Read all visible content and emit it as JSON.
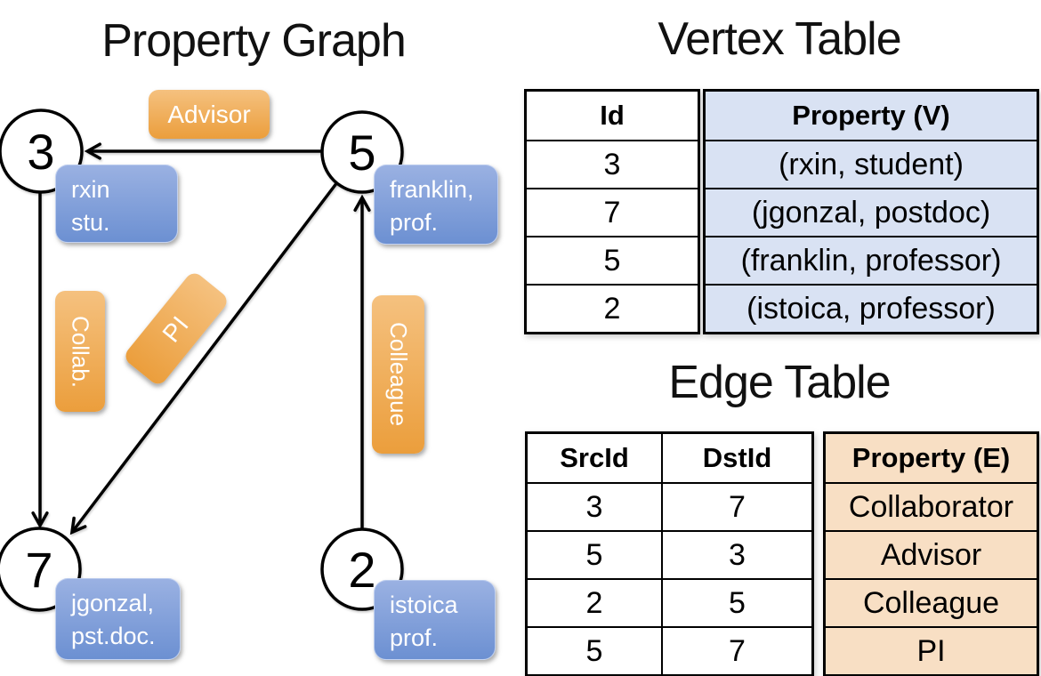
{
  "graph": {
    "title": "Property Graph",
    "vertices": [
      {
        "id": "3",
        "property": "rxin\nstu."
      },
      {
        "id": "5",
        "property": "franklin,\nprof."
      },
      {
        "id": "7",
        "property": "jgonzal,\npst.doc."
      },
      {
        "id": "2",
        "property": "istoica\nprof."
      }
    ],
    "edges": [
      {
        "src": "5",
        "dst": "3",
        "label": "Advisor"
      },
      {
        "src": "3",
        "dst": "7",
        "label": "Collab."
      },
      {
        "src": "5",
        "dst": "7",
        "label": "PI"
      },
      {
        "src": "2",
        "dst": "5",
        "label": "Colleague"
      }
    ]
  },
  "vertex_table": {
    "title": "Vertex Table",
    "columns": [
      "Id",
      "Property (V)"
    ],
    "rows": [
      [
        "3",
        "(rxin, student)"
      ],
      [
        "7",
        "(jgonzal, postdoc)"
      ],
      [
        "5",
        "(franklin, professor)"
      ],
      [
        "2",
        "(istoica, professor)"
      ]
    ]
  },
  "edge_table": {
    "title": "Edge Table",
    "columns": [
      "SrcId",
      "DstId",
      "Property (E)"
    ],
    "rows": [
      [
        "3",
        "7",
        "Collaborator"
      ],
      [
        "5",
        "3",
        "Advisor"
      ],
      [
        "2",
        "5",
        "Colleague"
      ],
      [
        "5",
        "7",
        "PI"
      ]
    ]
  },
  "colors": {
    "edge_label_top": "#f5c17f",
    "edge_label_bottom": "#eb9e3c",
    "vertex_label_top": "#9ab1e2",
    "vertex_label_bottom": "#6c90d2",
    "vertex_property_bg": "#d9e2f3",
    "edge_property_bg": "#f8dfc4"
  }
}
